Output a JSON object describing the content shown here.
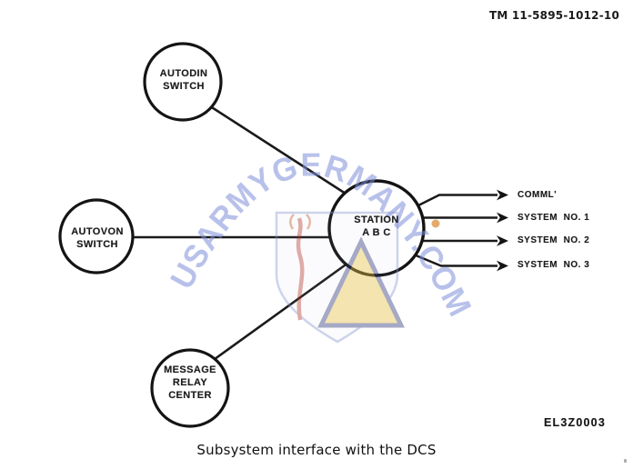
{
  "header": {
    "tm_number": "TM 11-5895-1012-10"
  },
  "figure": {
    "caption": "Subsystem interface with the DCS",
    "drawing_code": "EL3Z0003"
  },
  "diagram": {
    "nodes": {
      "autodin": {
        "lines": [
          "AUTODIN",
          "SWITCH"
        ]
      },
      "autovon": {
        "lines": [
          "AUTOVON",
          "SWITCH"
        ]
      },
      "message_relay": {
        "lines": [
          "MESSAGE",
          "RELAY",
          "CENTER"
        ]
      },
      "station": {
        "lines": [
          "STATION",
          "A B C"
        ]
      }
    },
    "outputs": [
      {
        "label": "COMML'"
      },
      {
        "label": "SYSTEM  NO. 1"
      },
      {
        "label": "SYSTEM  NO. 2"
      },
      {
        "label": "SYSTEM  NO. 3"
      }
    ]
  },
  "watermark": {
    "text": "USARMYGERMANY.COM",
    "text_color": "#7f8fd9",
    "dot_color": "#db8e3b",
    "shield_outline_color": "#8a98cf",
    "sword_color": "#b23a30",
    "triangle_fill_color": "#e6bf45",
    "triangle_border_color": "#2a3577"
  }
}
